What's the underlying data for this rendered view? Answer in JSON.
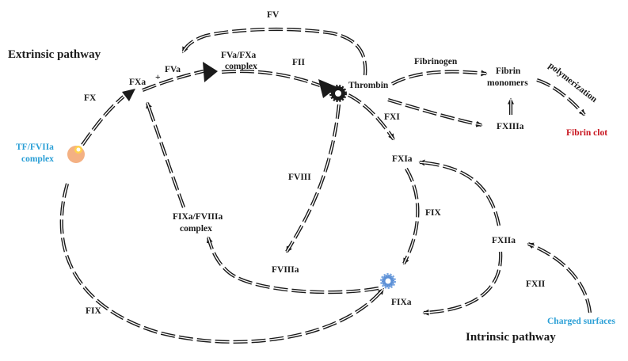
{
  "titles": {
    "extrinsic": "Extrinsic pathway",
    "intrinsic": "Intrinsic pathway"
  },
  "nodes": {
    "tf_fviia_line1": "TF/FVIIa",
    "tf_fviia_line2": "complex",
    "fx": "FX",
    "fxa": "FXa",
    "plus": "+",
    "fva": "FVa",
    "fv": "FV",
    "fva_fxa_line1": "FVa/FXa",
    "fva_fxa_line2": "complex",
    "fii": "FII",
    "thrombin": "Thrombin",
    "fibrinogen": "Fibrinogen",
    "fibrin_monomers_line1": "Fibrin",
    "fibrin_monomers_line2": "monomers",
    "polymerization": "polymerization",
    "fibrin_clot": "Fibrin clot",
    "fxiiia": "FXIIIa",
    "fxi": "FXI",
    "fxia": "FXIa",
    "fviii": "FVIII",
    "fix_mid": "FIX",
    "fixa_fviiia_line1": "FIXa/FVIIIa",
    "fixa_fviiia_line2": "complex",
    "fviiia": "FVIIIa",
    "fxiia": "FXIIa",
    "fxii": "FXII",
    "fixa": "FIXa",
    "fix_bottom": "FIX",
    "charged_surfaces": "Charged surfaces"
  },
  "colors": {
    "text": "#1a1a1a",
    "complex_label": "#2a9fd6",
    "fibrin_clot": "#c8141e",
    "tf_fviia_icon": "#f4b183",
    "tf_fviia_icon_center": "#ffd24d",
    "fixa_icon": "#5b8fd6",
    "thrombin_icon": "#1a1a1a"
  },
  "icons": {
    "tf_fviia": "tf-fviia-complex-icon",
    "thrombin": "thrombin-gear-icon",
    "fixa": "fixa-gear-icon"
  }
}
